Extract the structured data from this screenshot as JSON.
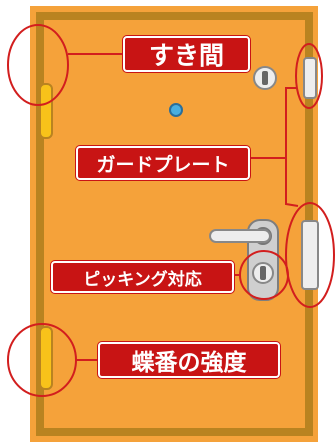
{
  "labels": {
    "gap": "すき間",
    "guard_plate": "ガードプレート",
    "picking": "ピッキング対応",
    "hinge": "蝶番の強度"
  },
  "colors": {
    "door_orange": "#f5a23a",
    "frame_brown": "#b98320",
    "label_red": "#c81414",
    "circle_red": "#d21e1e",
    "hinge_yellow": "#f8c21a"
  }
}
